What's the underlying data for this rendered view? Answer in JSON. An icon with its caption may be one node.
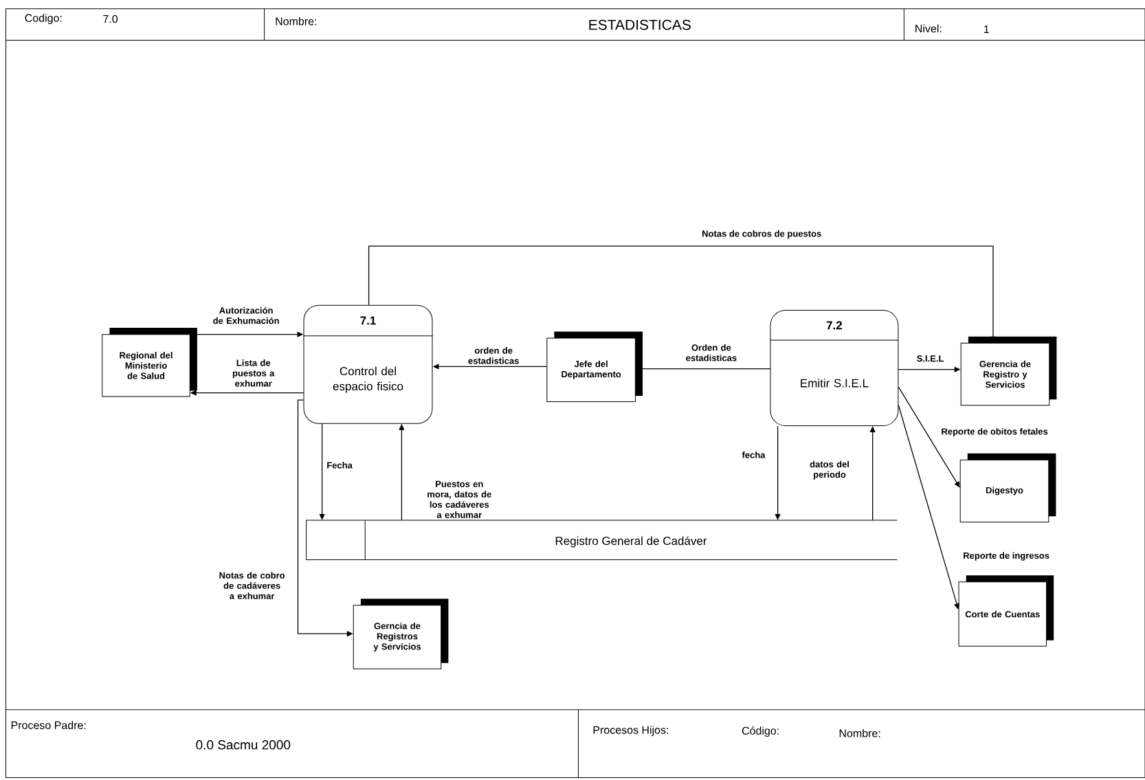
{
  "diagram": {
    "nodes": [
      {
        "text": [
          "Regional del Ministerio de Salud"
        ]
      },
      {
        "text": [
          "7.1",
          "Control del espacio fisico"
        ]
      },
      {
        "text": [
          "Jefe del Departamento"
        ]
      },
      {
        "text": [
          "7.2",
          "Emitir S.I.E.L"
        ]
      },
      {
        "text": [
          "Gerencia de Registro y Servicios"
        ]
      },
      {
        "text": [
          "Digestyo"
        ]
      },
      {
        "text": [
          "Corte de Cuentas"
        ]
      },
      {
        "text": [
          "Registro General de Cadáver"
        ]
      },
      {
        "text": [
          "Gerncia de Registros y Servicios"
        ]
      }
    ],
    "edges": [
      {
        "from": 0,
        "to": 1,
        "arrow": "to",
        "label": "Autorización de Exhumación"
      },
      {
        "from": 1,
        "to": 0,
        "arrow": "to",
        "label": "Lista de puestos a exhumar"
      },
      {
        "from": 2,
        "to": 1,
        "arrow": "to",
        "label": "orden de estadisticas"
      },
      {
        "from": 2,
        "to": 3,
        "arrow": "none",
        "label": "Orden de estadisticas"
      },
      {
        "from": 1,
        "to": 4,
        "arrow": "to",
        "label": "Notas de cobros de puestos"
      },
      {
        "from": 3,
        "to": 4,
        "arrow": "to",
        "label": "S.I.E.L"
      },
      {
        "from": 3,
        "to": 5,
        "arrow": "to",
        "label": "Reporte de obitos fetales"
      },
      {
        "from": 3,
        "to": 6,
        "arrow": "to",
        "label": "Reporte de ingresos"
      },
      {
        "from": 1,
        "to": 7,
        "arrow": "to",
        "label": "Fecha"
      },
      {
        "from": 7,
        "to": 1,
        "arrow": "to",
        "label": "Puestos en mora, datos de los cadáveres a exhumar"
      },
      {
        "from": 3,
        "to": 7,
        "arrow": "to",
        "label": "fecha"
      },
      {
        "from": 7,
        "to": 3,
        "arrow": "to",
        "label": "datos del periodo"
      },
      {
        "from": 1,
        "to": 8,
        "arrow": "to",
        "label": "Notas de cobro de cadáveres a exhumar"
      }
    ],
    "labels": [
      "Codigo:",
      "7.0",
      "Nombre:",
      "ESTADISTICAS",
      "Nivel:",
      "1",
      "Proceso Padre:",
      "0.0 Sacmu 2000",
      "Procesos Hijos:",
      "Código:",
      "Nombre:"
    ]
  }
}
